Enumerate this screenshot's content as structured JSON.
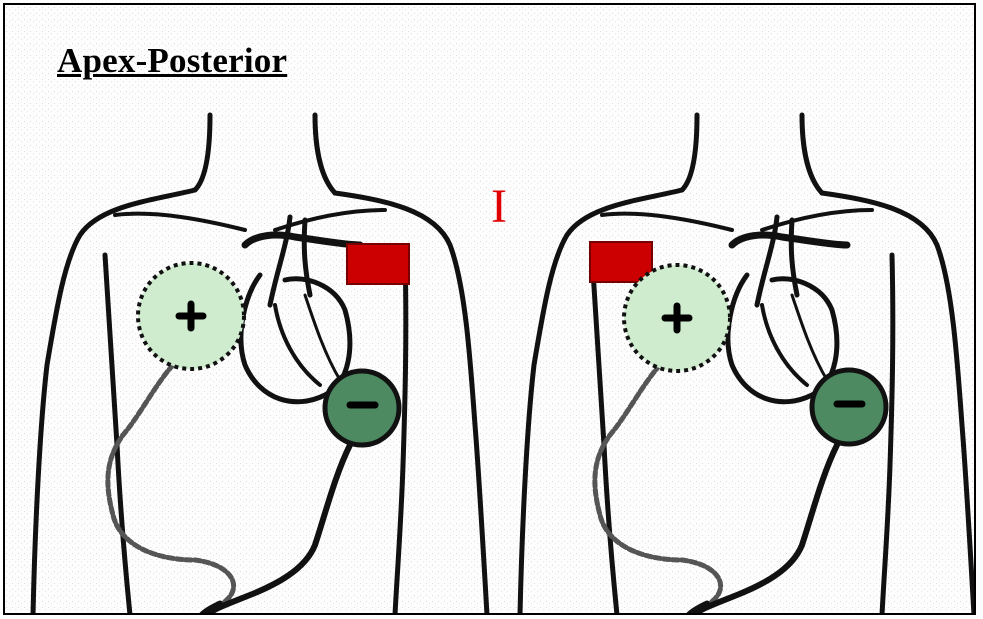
{
  "diagram": {
    "title": "Apex-Posterior",
    "separator_label": "I",
    "colors": {
      "line": "#111111",
      "pad_red": "#cc0000",
      "label_red": "#e00000",
      "positive_fill": "#cfeccf",
      "negative_fill": "#4d8a62"
    },
    "figures": [
      {
        "positive_electrode": {
          "symbol": "+",
          "border": "dotted"
        },
        "negative_electrode": {
          "symbol": "−",
          "border": "solid"
        },
        "posterior_pad": {
          "side": "right"
        }
      },
      {
        "positive_electrode": {
          "symbol": "+",
          "border": "dotted"
        },
        "negative_electrode": {
          "symbol": "−",
          "border": "solid"
        },
        "posterior_pad": {
          "side": "left"
        }
      }
    ]
  }
}
